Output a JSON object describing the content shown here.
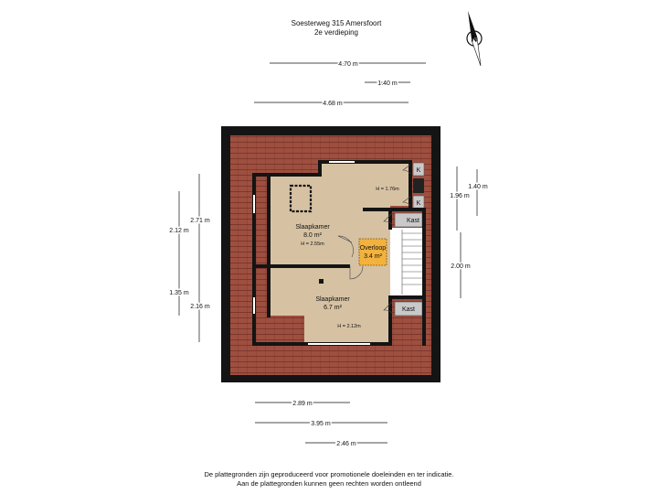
{
  "header": {
    "address": "Soesterweg 315 Amersfoort",
    "floor": "2e verdieping"
  },
  "compass": {
    "label": "N"
  },
  "dimensions": {
    "top_total": "4.70 m",
    "top_right": "1.40 m",
    "top_inner": "4.68 m",
    "left_outer_top": "2.12 m",
    "left_outer_bottom": "1.35 m",
    "left_inner_top": "2.71 m",
    "left_inner_bottom": "2.16 m",
    "right_inner_top": "1.96 m",
    "right_outer_top": "1.40 m",
    "right_bottom": "2.00 m",
    "bottom_1": "2.89 m",
    "bottom_2": "3.95 m",
    "bottom_3": "2.46 m"
  },
  "rooms": {
    "bedroom1": {
      "name": "Slaapkamer",
      "area": "8.0 m²",
      "height": "H = 2.55m"
    },
    "bedroom2": {
      "name": "Slaapkamer",
      "area": "6.7 m²",
      "height": "H = 2.12m"
    },
    "landing": {
      "name": "Overloop",
      "area": "3.4 m²"
    },
    "upper_right": {
      "height": "H = 1.76m"
    },
    "kast1": {
      "name": "Kast"
    },
    "kast2": {
      "name": "Kast"
    },
    "k1": {
      "name": "K"
    },
    "k2": {
      "name": "K"
    }
  },
  "colors": {
    "roof": "#9e4f3f",
    "roof_line": "#6e2f25",
    "floor": "#d6c2a3",
    "wall": "#141414",
    "landing": "#f3b23e",
    "kast": "#c9c9c9"
  },
  "footer": {
    "line1": "De plattegronden zijn geproduceerd voor promotionele doeleinden en ter indicatie.",
    "line2": "Aan de plattegronden kunnen geen rechten worden ontleend"
  }
}
